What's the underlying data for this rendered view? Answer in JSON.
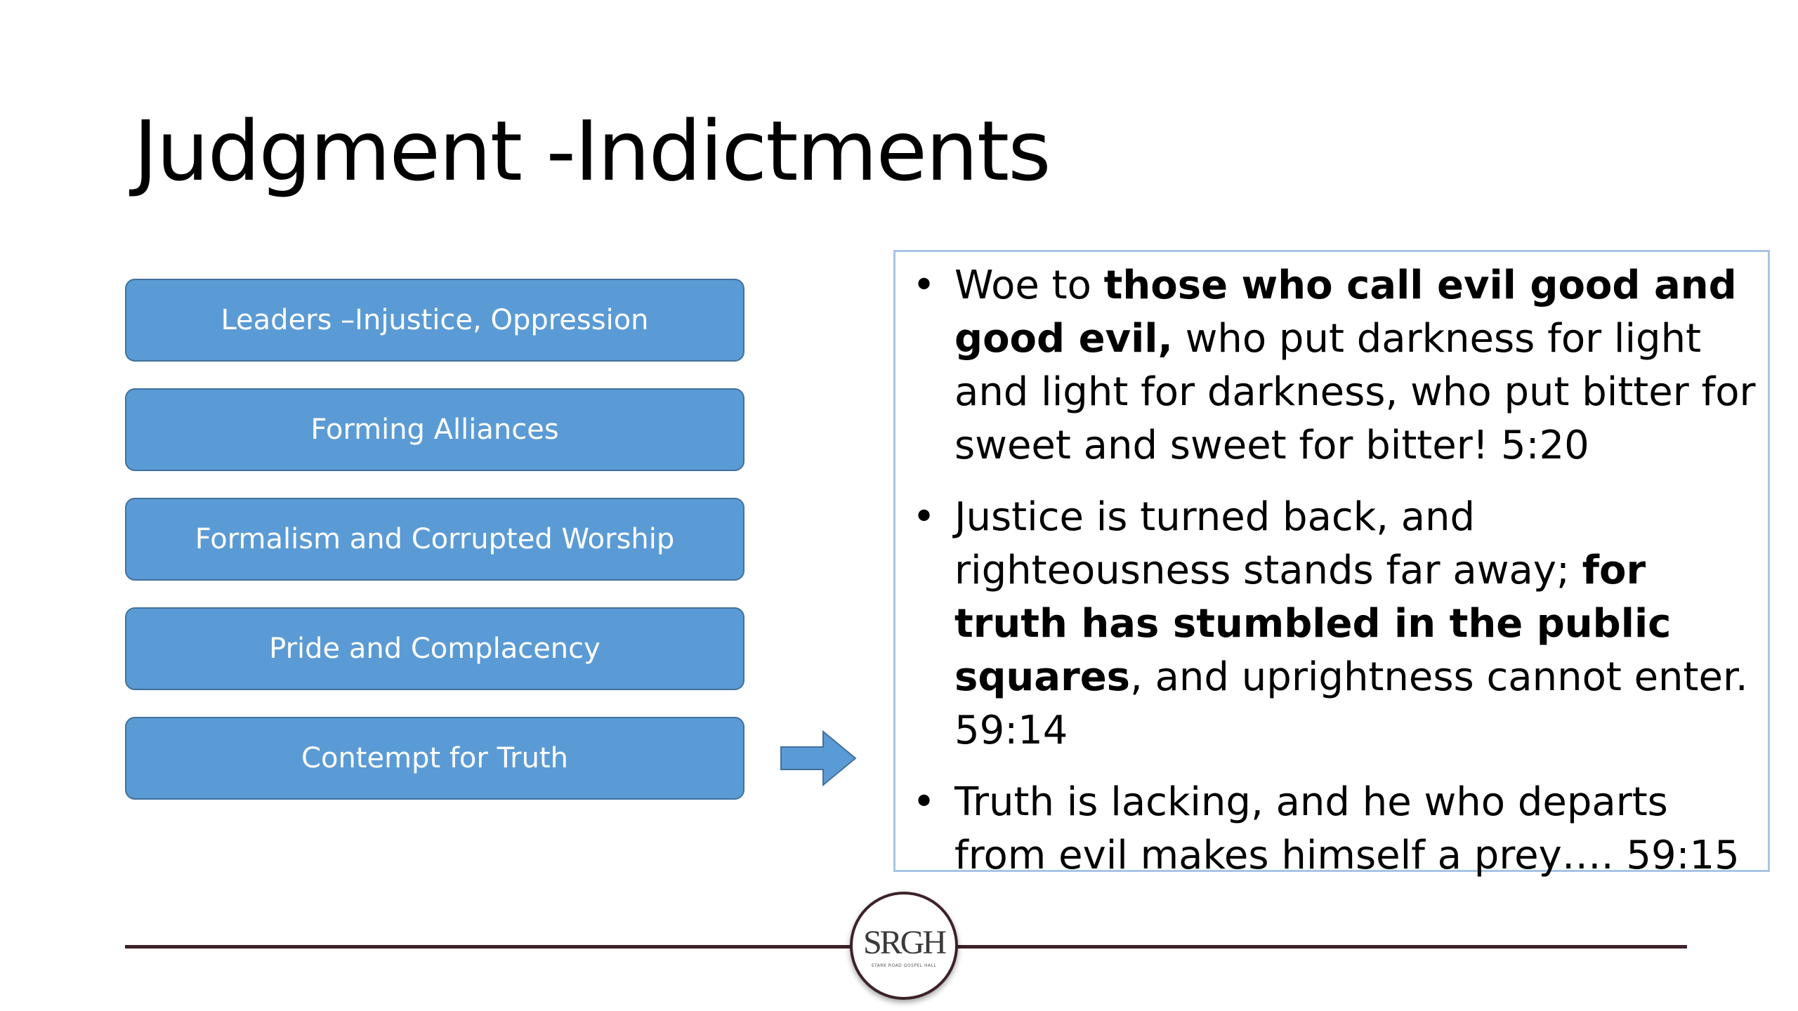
{
  "slide": {
    "title": "Judgment -Indictments",
    "boxes": [
      "Leaders –Injustice, Oppression",
      "Forming Alliances",
      "Formalism and Corrupted Worship",
      "Pride and Complacency",
      "Contempt for Truth"
    ],
    "bullets": [
      {
        "segments": [
          {
            "text": "Woe to ",
            "bold": false
          },
          {
            "text": "those who call evil good and good evil,",
            "bold": true
          },
          {
            "text": " who put darkness for light and light for darkness, who put bitter for sweet and sweet for bitter! 5:20",
            "bold": false
          }
        ]
      },
      {
        "segments": [
          {
            "text": " Justice is turned back, and righteousness stands far away; ",
            "bold": false
          },
          {
            "text": "for truth has stumbled in the public squares",
            "bold": true
          },
          {
            "text": ", and uprightness cannot enter.  59:14",
            "bold": false
          }
        ]
      },
      {
        "segments": [
          {
            "text": "Truth is lacking, and he who departs from evil makes himself a prey…. 59:15",
            "bold": false
          }
        ]
      }
    ],
    "bullet_symbol": "•",
    "arrow_icon": "right-arrow-icon"
  },
  "footer": {
    "logo_text": "SRGH",
    "logo_subtext": "STARK ROAD GOSPEL HALL"
  },
  "colors": {
    "box_fill": "#5b9bd5",
    "box_border": "#41719c",
    "textbox_border": "#a9c4e4",
    "footer_line": "#3d2228"
  }
}
